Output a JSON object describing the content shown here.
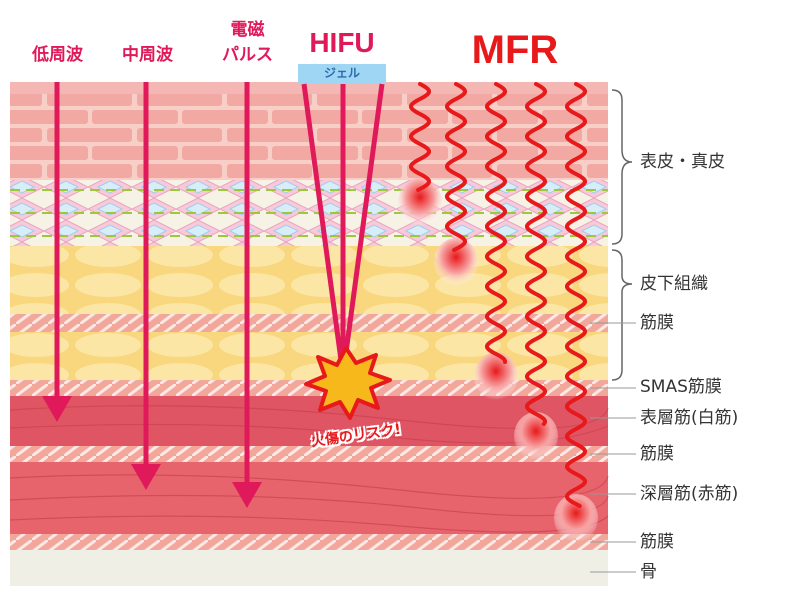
{
  "methods": {
    "low_freq": "低周波",
    "mid_freq": "中周波",
    "em_pulse_line1": "電磁",
    "em_pulse_line2": "パルス",
    "hifu": "HIFU",
    "gel": "ジェル",
    "mfr": "MFR"
  },
  "risk_label": "火傷のリスク!",
  "layers": {
    "epidermis_dermis": "表皮・真皮",
    "subcutaneous": "皮下組織",
    "fascia_1": "筋膜",
    "smas": "SMAS筋膜",
    "superficial_muscle": "表層筋(白筋)",
    "fascia_2": "筋膜",
    "deep_muscle": "深層筋(赤筋)",
    "fascia_3": "筋膜",
    "bone": "骨"
  },
  "colors": {
    "arrow": "#e01a5a",
    "mfr_wave": "#e8191b",
    "skin_top": "#f4b7b4",
    "fat": "#fbe39a",
    "fascia": "#f2a79b",
    "muscle": "#e8646d",
    "bone": "#efefe6",
    "burst": "#f6b81a"
  }
}
